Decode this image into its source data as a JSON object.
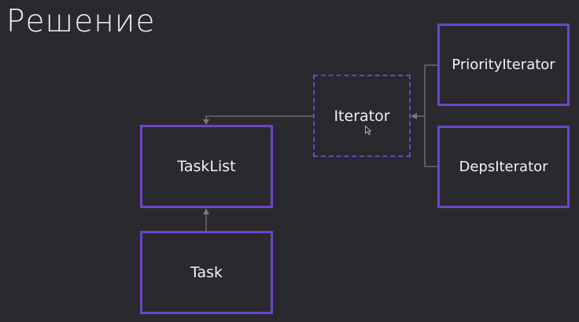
{
  "slide": {
    "title": "Решение"
  },
  "colors": {
    "background": "#2a292d",
    "box_border": "#6b45c9",
    "text": "#f2f2f2",
    "connector": "#77767b"
  },
  "diagram": {
    "nodes": {
      "priority_iterator": {
        "label": "PriorityIterator",
        "style": "solid"
      },
      "iterator": {
        "label": "Iterator",
        "style": "dashed"
      },
      "deps_iterator": {
        "label": "DepsIterator",
        "style": "solid"
      },
      "task_list": {
        "label": "TaskList",
        "style": "solid"
      },
      "task": {
        "label": "Task",
        "style": "solid"
      }
    },
    "edges": [
      {
        "from": "priority_iterator",
        "to": "iterator"
      },
      {
        "from": "deps_iterator",
        "to": "iterator"
      },
      {
        "from": "iterator",
        "to": "task_list"
      },
      {
        "from": "task",
        "to": "task_list"
      }
    ]
  },
  "cursor": {
    "icon": "mouse-pointer-icon"
  }
}
